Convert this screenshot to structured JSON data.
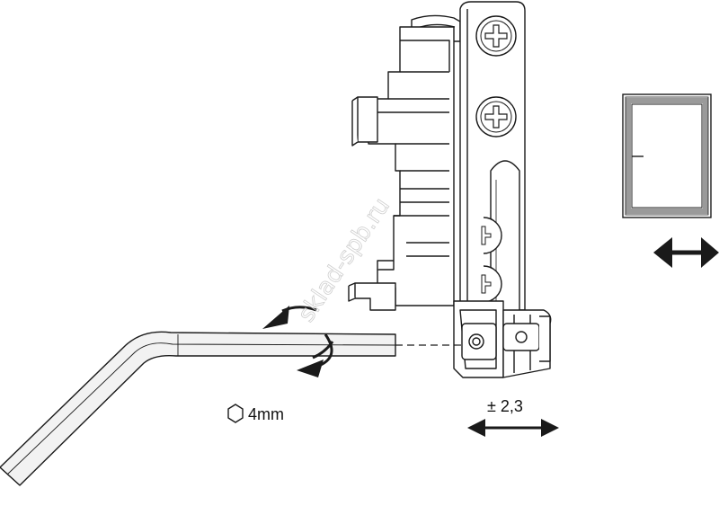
{
  "labels": {
    "hex_key_size": "4mm",
    "adjustment_range": "± 2,3"
  },
  "watermark": {
    "text": "sklad-spb.ru"
  },
  "icons": {
    "hex_symbol": "hexagon-icon",
    "rotation": "curved-rotate-arrow-icon",
    "horizontal_adjust": "double-headed-arrow-icon",
    "profile_section": "frame-profile-section-icon"
  },
  "colors": {
    "line": "#1a1a1a",
    "key_fill": "#f2f2f2",
    "profile_inner": "#9a9a9a",
    "background": "#ffffff"
  }
}
